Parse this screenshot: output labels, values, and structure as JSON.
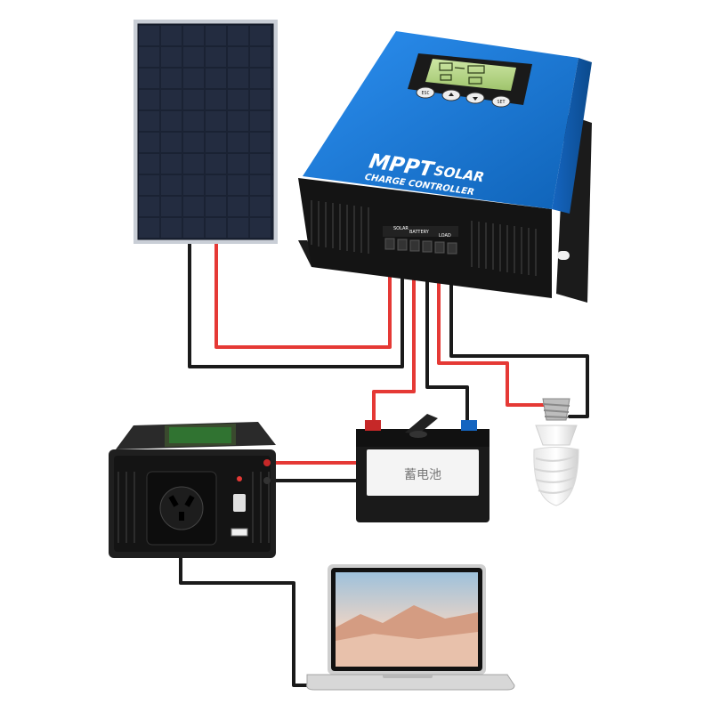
{
  "controller": {
    "title_main": "MPPT",
    "title_solar": "SOLAR",
    "subtitle": "CHARGE CONTROLLER",
    "terminal_solar": "SOLAR",
    "terminal_battery": "BATTERY",
    "terminal_load": "LOAD",
    "buttons": [
      "ESC",
      "UP",
      "DOWN",
      "SET"
    ],
    "body_color": "#1e88e5",
    "base_color": "#111111"
  },
  "battery": {
    "label": "蓄电池"
  },
  "wires": {
    "positive_color": "#e53935",
    "negative_color": "#1a1a1a"
  },
  "icons": {
    "solar_panel": "solar-panel-icon",
    "bulb": "cfl-bulb-icon",
    "inverter": "power-inverter-icon",
    "laptop": "laptop-icon"
  }
}
